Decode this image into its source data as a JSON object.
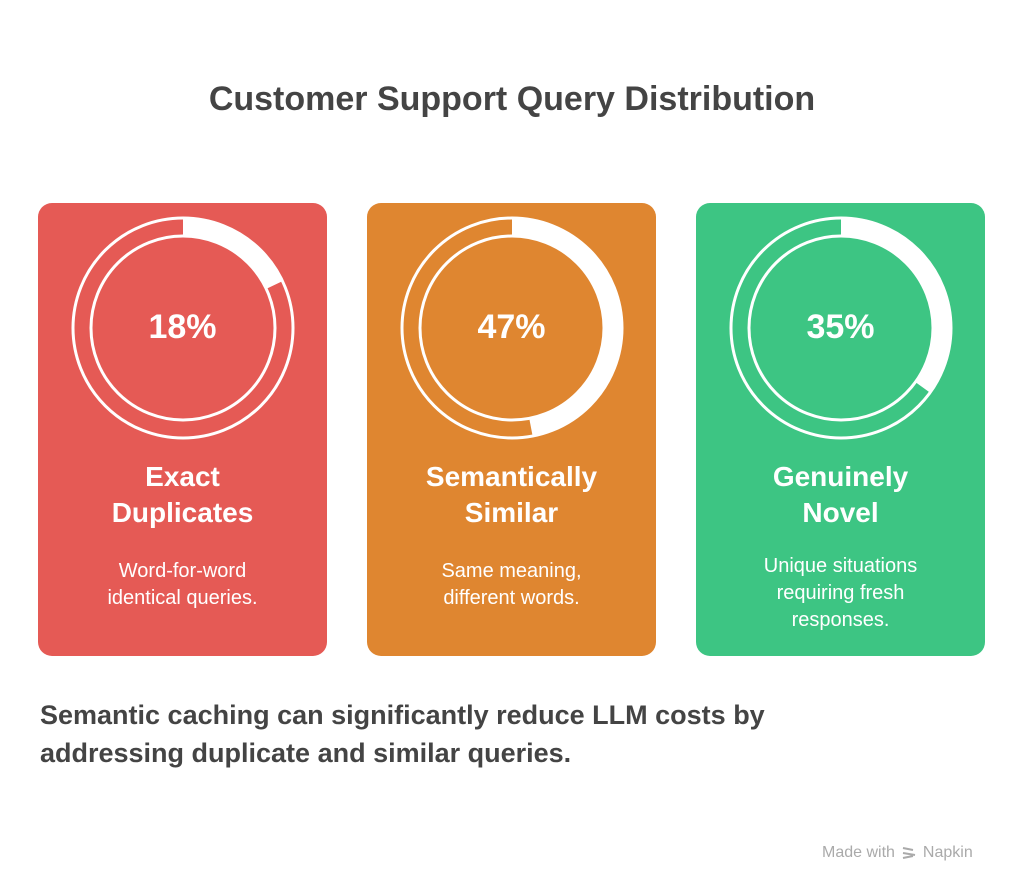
{
  "title": "Customer Support Query Distribution",
  "cards": [
    {
      "percent": 18,
      "percent_label": "18%",
      "label_line1": "Exact",
      "label_line2": "Duplicates",
      "desc_lines": [
        "Word-for-word",
        "identical queries."
      ],
      "color": "#E55A55"
    },
    {
      "percent": 47,
      "percent_label": "47%",
      "label_line1": "Semantically",
      "label_line2": "Similar",
      "desc_lines": [
        "Same meaning,",
        "different words."
      ],
      "color": "#DF8630"
    },
    {
      "percent": 35,
      "percent_label": "35%",
      "label_line1": "Genuinely",
      "label_line2": "Novel",
      "desc_lines": [
        "Unique situations",
        "requiring fresh",
        "responses."
      ],
      "color": "#3DC583"
    }
  ],
  "footer": {
    "line1": "Semantic caching can significantly reduce LLM costs by",
    "line2": "addressing duplicate and similar queries."
  },
  "brand": {
    "made_with": "Made with",
    "name": "Napkin"
  }
}
